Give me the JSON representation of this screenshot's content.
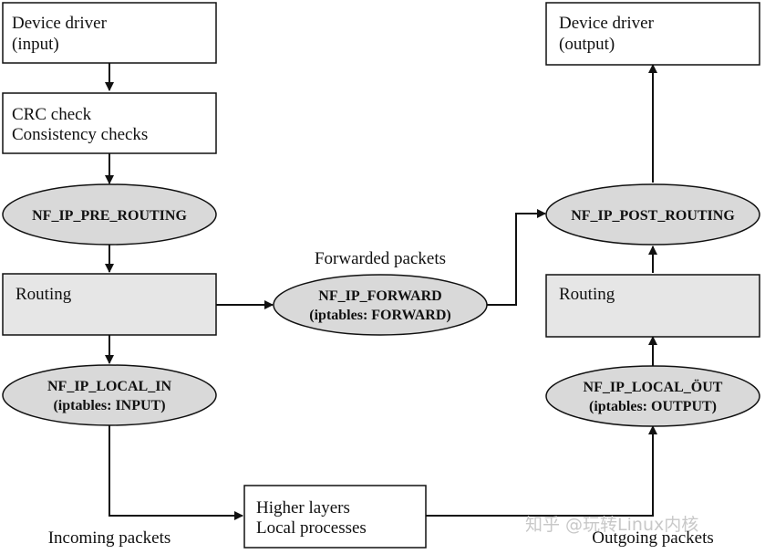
{
  "boxes": {
    "driver_input": [
      "Device driver",
      "(input)"
    ],
    "crc": [
      "CRC check",
      "Consistency checks"
    ],
    "routing_left": [
      "Routing"
    ],
    "routing_right": [
      "Routing"
    ],
    "driver_output": [
      "Device driver",
      "(output)"
    ],
    "higher_layers": [
      "Higher layers",
      "Local processes"
    ]
  },
  "hooks": {
    "pre_routing": [
      "NF_IP_PRE_ROUTING"
    ],
    "local_in": [
      "NF_IP_LOCAL_IN",
      "(iptables: INPUT)"
    ],
    "forward": [
      "NF_IP_FORWARD",
      "(iptables: FORWARD)"
    ],
    "post_routing": [
      "NF_IP_POST_ROUTING"
    ],
    "local_out": [
      "NF_IP_LOCAL_ÖUT",
      "(iptables: OUTPUT)"
    ]
  },
  "captions": {
    "forwarded": "Forwarded packets",
    "incoming": "Incoming packets",
    "outgoing": "Outgoing packets"
  },
  "watermark": "知乎 @玩转Linux内核",
  "colors": {
    "box_white": "#ffffff",
    "box_gray": "#e6e6e6",
    "ellipse_gray": "#d9d9d9",
    "line": "#111111"
  }
}
